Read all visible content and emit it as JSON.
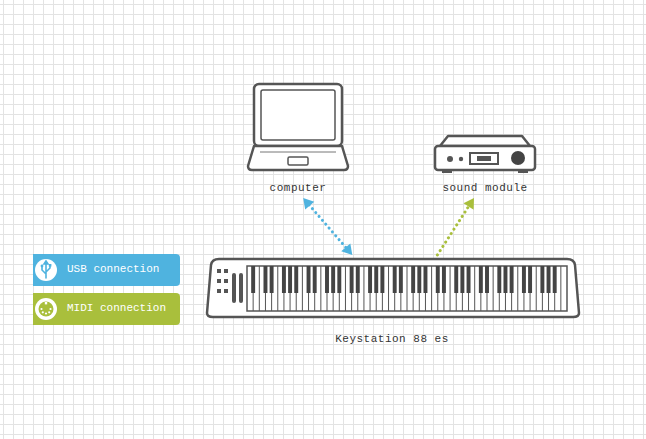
{
  "diagram": {
    "nodes": [
      {
        "text": [
          "computer"
        ]
      },
      {
        "text": [
          "sound module"
        ]
      },
      {
        "text": [
          "Keystation 88 es"
        ]
      }
    ],
    "edges": [
      {
        "from": 0,
        "to": 2,
        "arrow": "both"
      },
      {
        "from": 2,
        "to": 1,
        "arrow": "to"
      }
    ],
    "legend": [
      {
        "text": "USB connection",
        "color": "#4fb3df"
      },
      {
        "text": "MIDI connection",
        "color": "#a9bf3c"
      }
    ]
  }
}
